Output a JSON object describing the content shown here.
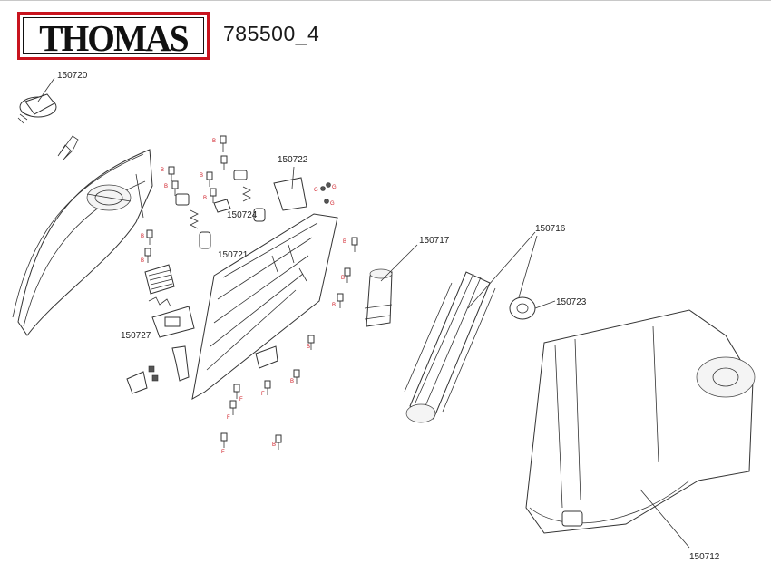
{
  "header": {
    "brand": "THOMAS",
    "document_code": "785500_4"
  },
  "colors": {
    "brand_red": "#c8141e",
    "letter_red": "#d0202a",
    "line": "#333333"
  },
  "parts": [
    {
      "id": "150720",
      "label": "150720"
    },
    {
      "id": "150722",
      "label": "150722"
    },
    {
      "id": "150724",
      "label": "150724"
    },
    {
      "id": "150721",
      "label": "150721"
    },
    {
      "id": "150717",
      "label": "150717"
    },
    {
      "id": "150716",
      "label": "150716"
    },
    {
      "id": "150723",
      "label": "150723"
    },
    {
      "id": "150727",
      "label": "150727"
    },
    {
      "id": "150712",
      "label": "150712"
    }
  ],
  "screw_letters": {
    "b": "B",
    "g": "G",
    "f": "F"
  }
}
